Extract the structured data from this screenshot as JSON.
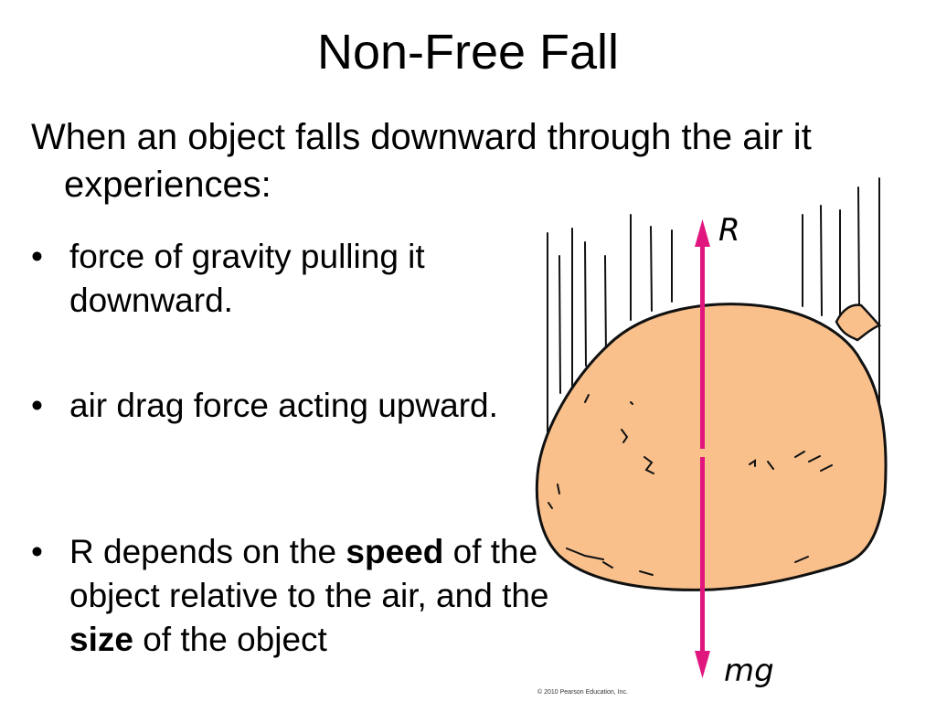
{
  "slide": {
    "title": "Non-Free Fall",
    "intro_line1": "When an object falls downward through the air it",
    "intro_line2": "experiences:",
    "bullets": [
      {
        "bullet": "•",
        "text": "force of gravity pulling it downward."
      },
      {
        "bullet": "•",
        "text": "air drag force acting upward."
      },
      {
        "bullet": "•",
        "pre": "R depends on the ",
        "bold1": "speed",
        "mid": " of the object relative to the air, and the ",
        "bold2": "size",
        "post": " of the object"
      }
    ]
  },
  "figure": {
    "drag_label": "R",
    "weight_label": "mg",
    "object_fill": "#F9C08C",
    "arrow_color": "#E0157E"
  },
  "credit": "© 2010 Pearson Education, Inc."
}
